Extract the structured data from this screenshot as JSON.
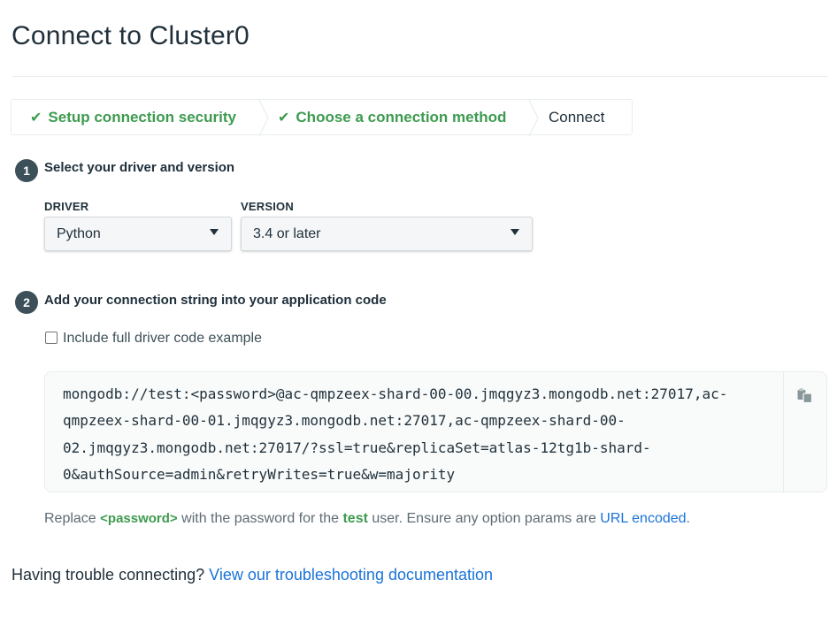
{
  "title": "Connect to Cluster0",
  "steps": [
    {
      "label": "Setup connection security",
      "status": "done"
    },
    {
      "label": "Choose a connection method",
      "status": "done"
    },
    {
      "label": "Connect",
      "status": "current"
    }
  ],
  "check_glyph": "✔",
  "section1": {
    "number": "1",
    "title": "Select your driver and version"
  },
  "driver": {
    "label": "DRIVER",
    "value": "Python"
  },
  "version": {
    "label": "VERSION",
    "value": "3.4 or later"
  },
  "section2": {
    "number": "2",
    "title": "Add your connection string into your application code"
  },
  "include_full_code": {
    "label": "Include full driver code example",
    "checked": false
  },
  "connection_string": {
    "lines": [
      "mongodb://test:<password>@ac-qmpzeex-shard-00-00.jmqgyz3.mongodb.net:27017,ac-",
      "qmpzeex-shard-00-01.jmqgyz3.mongodb.net:27017,ac-qmpzeex-shard-00-",
      "02.jmqgyz3.mongodb.net:27017/?ssl=true&replicaSet=atlas-12tg1b-shard-",
      "0&authSource=admin&retryWrites=true&w=majority"
    ],
    "copy_icon": "copy-icon"
  },
  "note": {
    "part1": "Replace ",
    "password_token": "<password>",
    "part2": " with the password for the ",
    "user": "test",
    "part3": " user. Ensure any option params are ",
    "link": "URL encoded",
    "part4": "."
  },
  "trouble": {
    "text": "Having trouble connecting? ",
    "link": "View our troubleshooting documentation"
  },
  "colors": {
    "success_green": "#3d9b4f",
    "link_blue": "#1a73d9",
    "text_dark": "#21313c",
    "badge_dark": "#3d4f58"
  }
}
